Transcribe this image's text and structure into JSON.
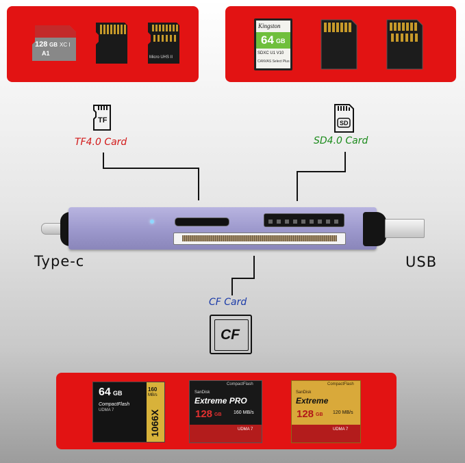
{
  "top_left_cards": {
    "microsd_capacity": "128",
    "microsd_unit": "GB",
    "microsd_marks": "XC I",
    "microsd_a1": "A1",
    "microsd_rear_text": "Micro UHS II"
  },
  "top_right_cards": {
    "sd_brand": "Kingston",
    "sd_capacity": "64",
    "sd_unit": "GB",
    "sd_marks": "SDXC U1 V10",
    "sd_model": "CANVAS Select Plus"
  },
  "icons": {
    "tf_icon_text": "TF",
    "sd_icon_text": "SD",
    "cf_icon_text": "CF"
  },
  "labels": {
    "tf": "TF4.0 Card",
    "sd": "SD4.0 Card",
    "cf": "CF Card",
    "type_c": "Type-c",
    "usb": "USB"
  },
  "colors": {
    "panel_red": "#e21313",
    "tf_label": "#d21818",
    "sd_label": "#1a8a1a",
    "cf_label": "#1a3aa8",
    "reader_body": "#9c98cc",
    "led": "#8fd8ff"
  },
  "cf_cards": [
    {
      "capacity": "64",
      "unit": "GB",
      "brand": "CompactFlash",
      "speed": "160",
      "speed_unit": "MB/s",
      "rating": "1066X",
      "udma": "UDMA 7"
    },
    {
      "brand": "CompactFlash",
      "maker": "SanDisk",
      "line": "Extreme PRO",
      "capacity": "128",
      "unit": "GB",
      "speed": "160 MB/s",
      "udma": "UDMA 7"
    },
    {
      "brand": "CompactFlash",
      "maker": "SanDisk",
      "line": "Extreme",
      "capacity": "128",
      "unit": "GB",
      "speed": "120 MB/s",
      "udma": "UDMA 7"
    }
  ]
}
